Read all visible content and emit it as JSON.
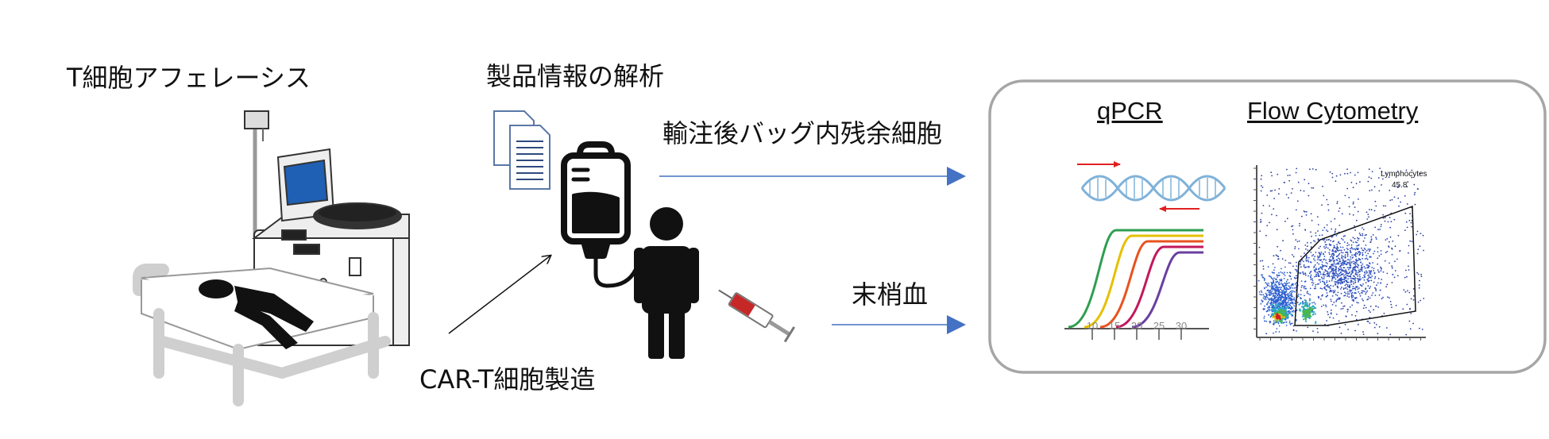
{
  "labels": {
    "apheresis": "T細胞アフェレーシス",
    "product_analysis": "製品情報の解析",
    "residual_cells": "輸注後バッグ内残余細胞",
    "peripheral_blood": "末梢血",
    "car_t_manufacturing": "CAR-T細胞製造"
  },
  "panel": {
    "qpcr_title": "qPCR",
    "flow_title": "Flow Cytometry",
    "flow_gate_label": "Lymphocytes",
    "flow_gate_value": "45.8",
    "qpcr_ticks": [
      "10",
      "15",
      "20",
      "25",
      "30"
    ]
  },
  "colors": {
    "arrow_blue": "#4472c4",
    "panel_border": "#a6a6a6",
    "dna_blue": "#7fb2d9",
    "primer_red": "#e02020",
    "curve_colors": [
      "#2e9e4f",
      "#e6c000",
      "#e8531e",
      "#c2185b",
      "#6a3fa0"
    ]
  },
  "icons": [
    "document-icon",
    "iv-bag-icon",
    "person-icon",
    "syringe-icon",
    "apheresis-machine-icon",
    "patient-bed-icon",
    "dna-icon",
    "amplification-curves",
    "flow-scatter-plot"
  ]
}
